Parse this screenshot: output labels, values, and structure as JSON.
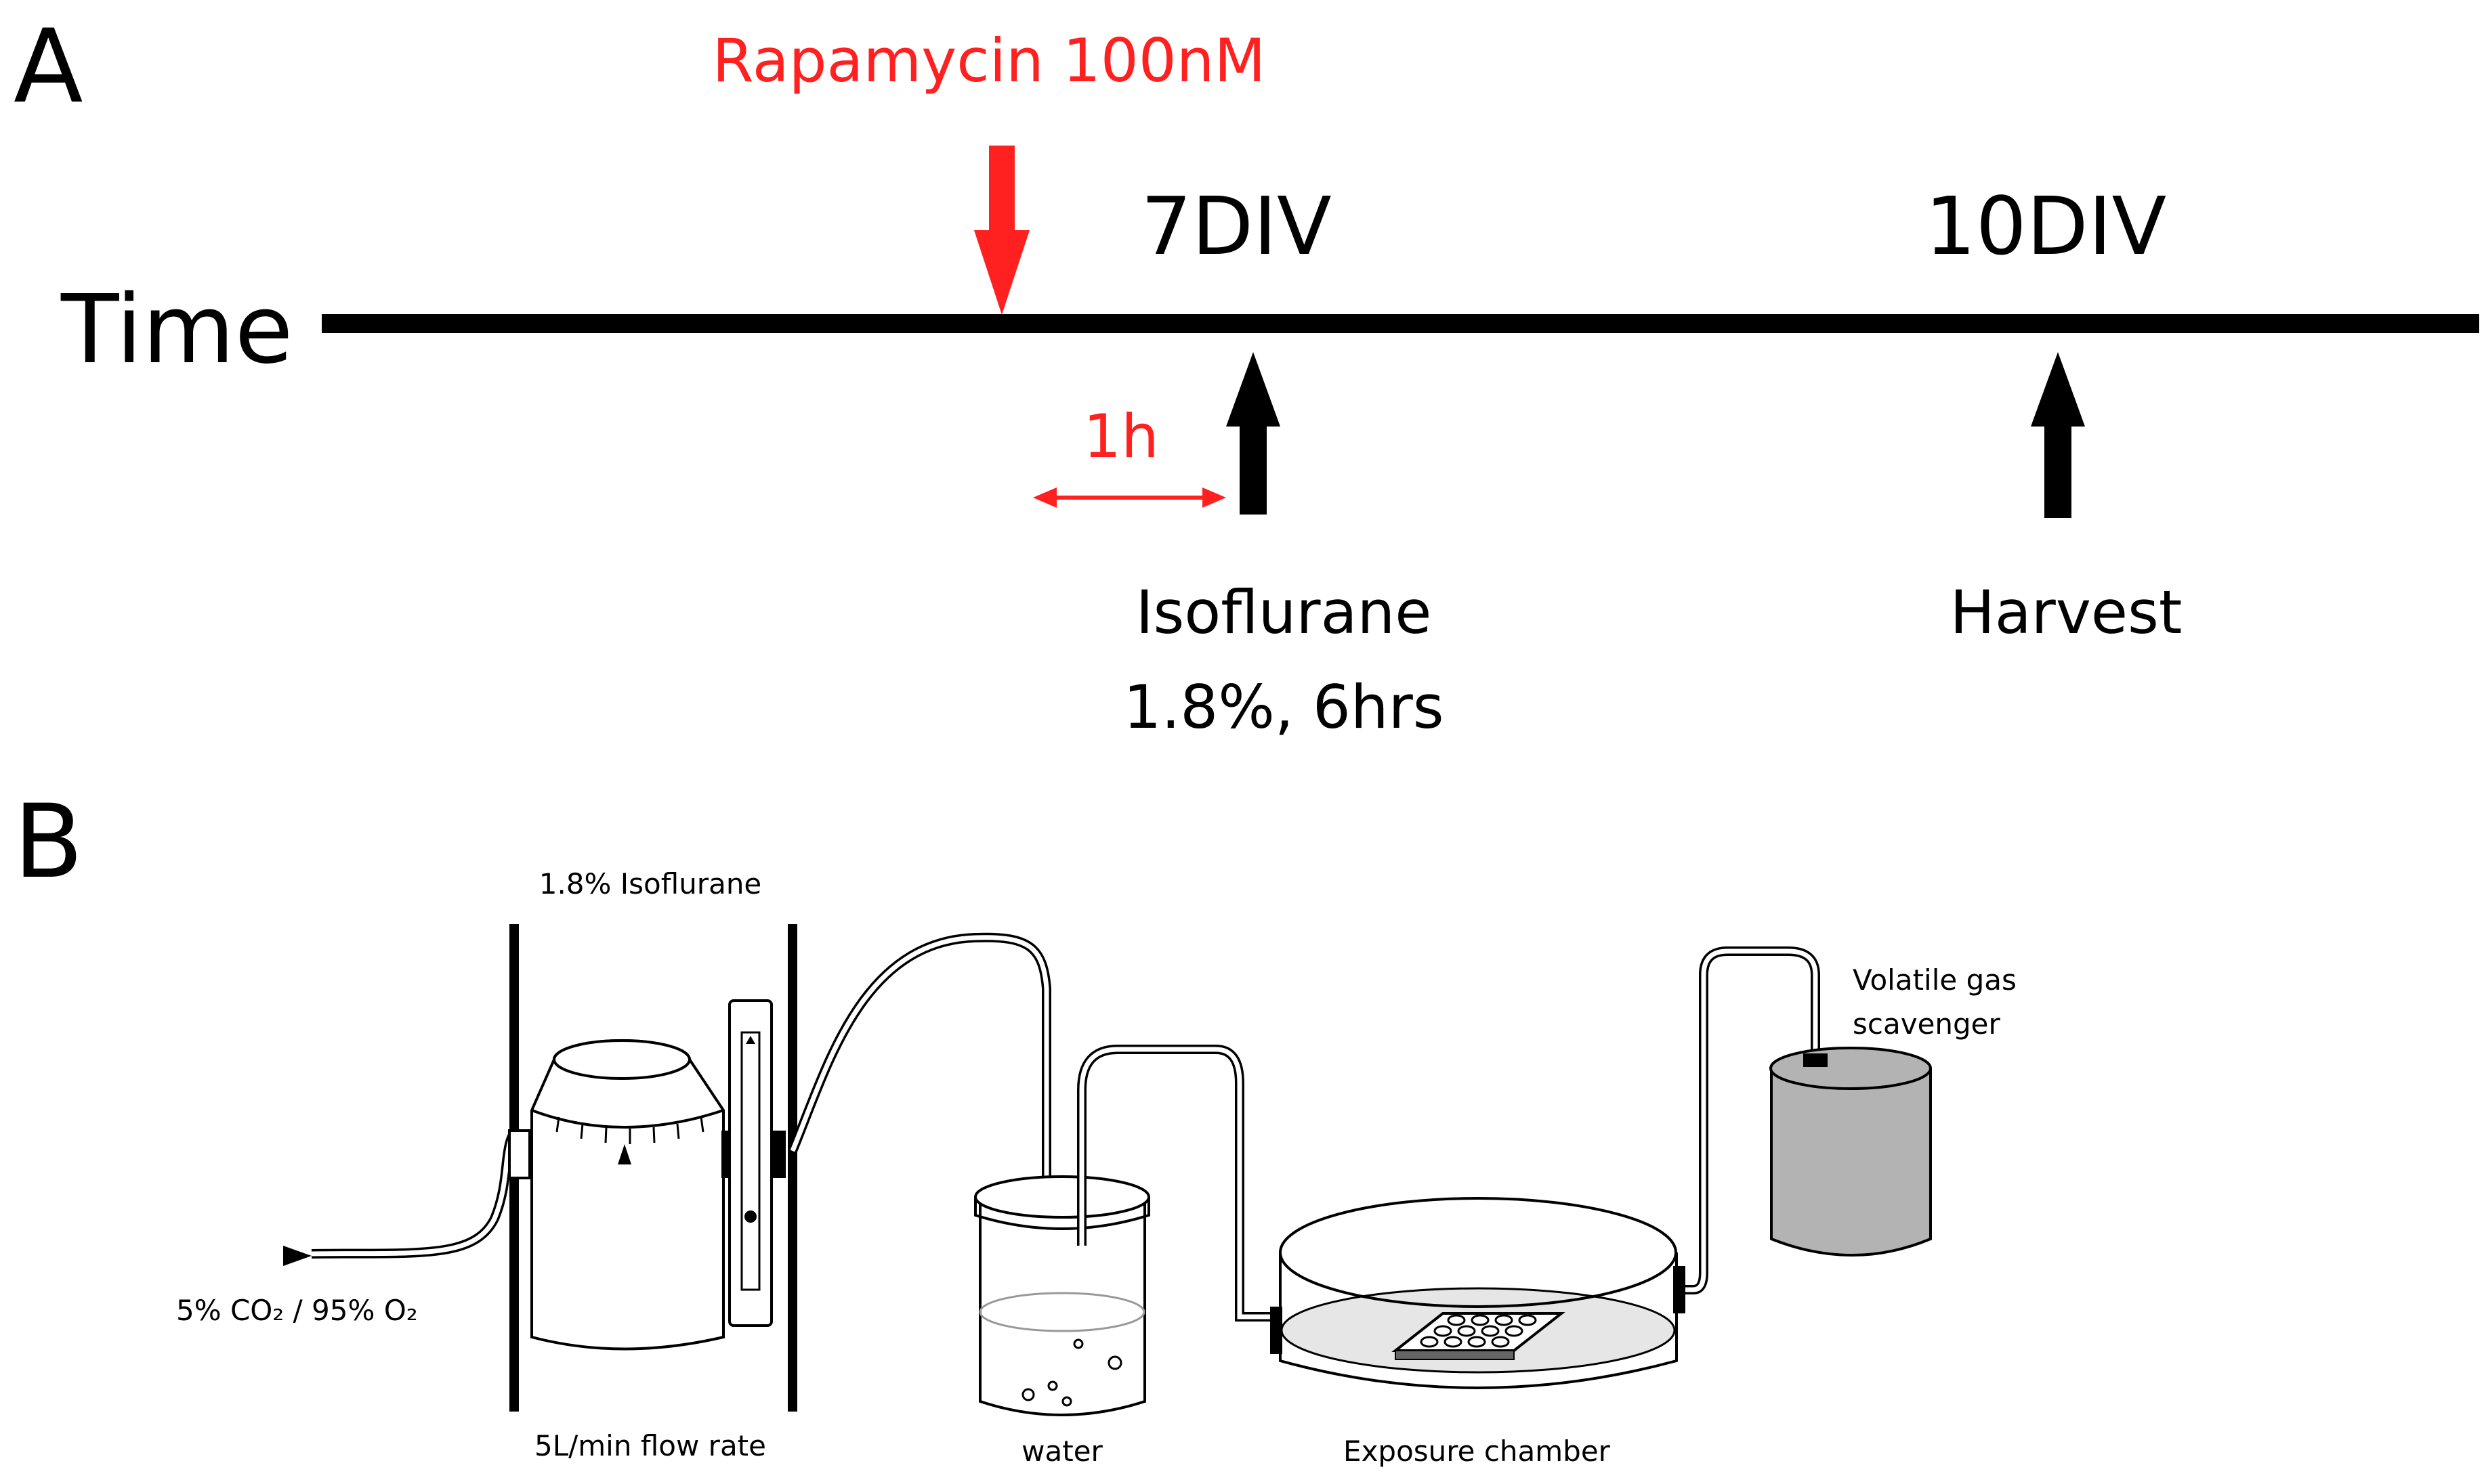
{
  "panel_a": {
    "letter": "A",
    "axis_label": "Time",
    "treatment": "Rapamycin 100nM",
    "interval": "1h",
    "time_points": [
      {
        "label": "7DIV",
        "event_line1": "Isoflurane",
        "event_line2": "1.8%, 6hrs"
      },
      {
        "label": "10DIV",
        "event_line1": "Harvest",
        "event_line2": ""
      }
    ],
    "colors": {
      "treatment": "#ff2020",
      "axis": "#000000"
    }
  },
  "panel_b": {
    "letter": "B",
    "isoflurane_label": "1.8% Isoflurane",
    "flow_label": "5L/min flow rate",
    "gas_label": "5% CO₂ / 95% O₂",
    "water_label": "water",
    "chamber_label": "Exposure chamber",
    "scavenger_line1": "Volatile gas",
    "scavenger_line2": "scavenger",
    "colors": {
      "scavenger_fill": "#b3b3b3",
      "chamber_floor": "#e6e6e6"
    }
  }
}
